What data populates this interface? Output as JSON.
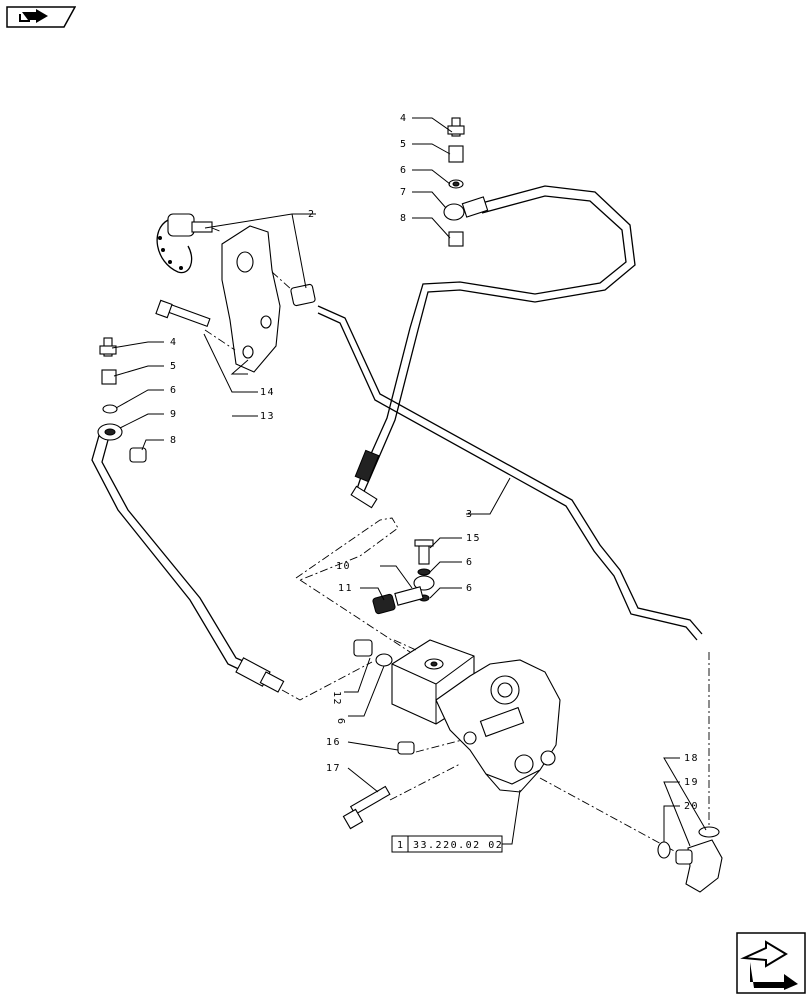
{
  "navigation": {
    "back_icon": "page-back-arrow-icon",
    "next_icon": "page-next-arrow-icon"
  },
  "callouts": [
    "4",
    "5",
    "6",
    "7",
    "8",
    "2",
    "4",
    "5",
    "6",
    "9",
    "8",
    "14",
    "13",
    "3",
    "15",
    "6",
    "10",
    "11",
    "6",
    "12",
    "6",
    "16",
    "17",
    "18",
    "19",
    "20"
  ],
  "reference": {
    "qty": "1",
    "code": "33.220.02 02"
  }
}
